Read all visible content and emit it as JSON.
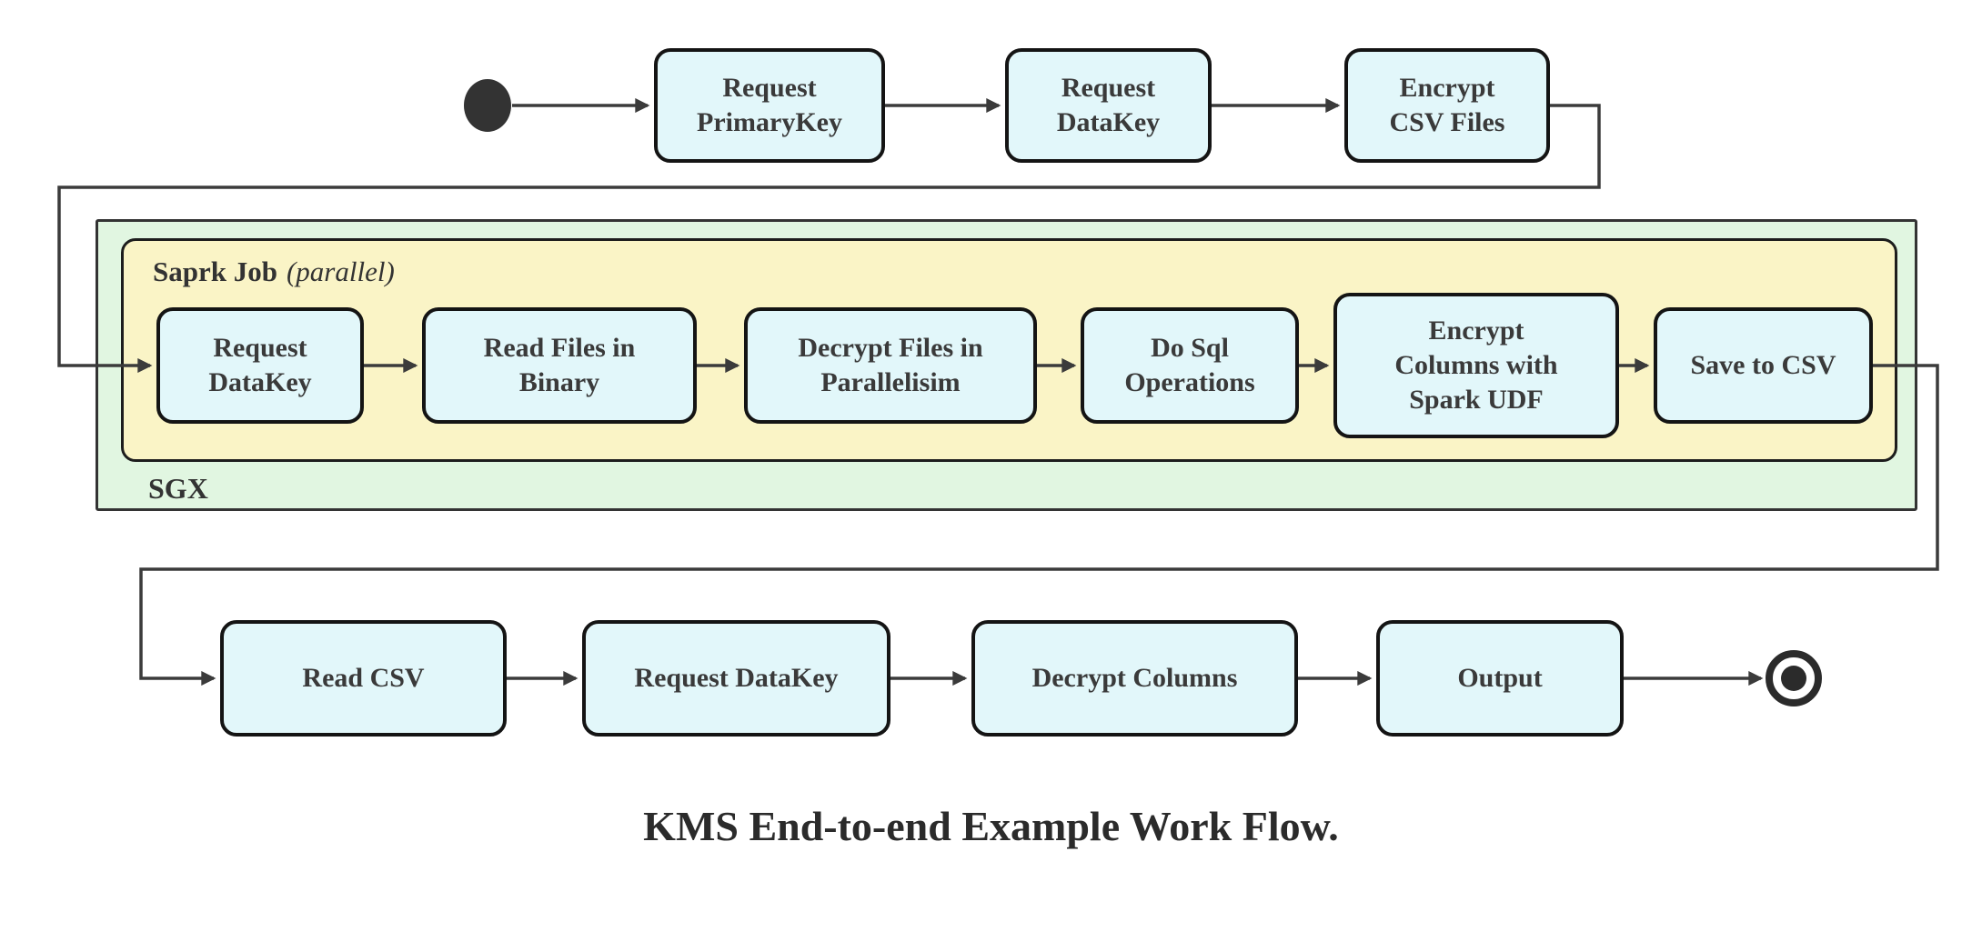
{
  "diagram": {
    "caption": "KMS End-to-end Example Work Flow.",
    "colors": {
      "node_fill": "#e2f7fa",
      "node_border": "#141414",
      "sgx_fill": "#e1f6e1",
      "spark_fill": "#faf4c6",
      "container_border": "#333333",
      "edge": "#3b3b3b",
      "text": "#3a3a3a"
    },
    "containers": {
      "spark_job": {
        "label_bold": "Saprk Job",
        "label_italic": "(parallel)"
      },
      "sgx": {
        "label": "SGX"
      }
    },
    "nodes": {
      "request_primarykey": "Request\nPrimaryKey",
      "request_datakey_top": "Request\nDataKey",
      "encrypt_csv_files": "Encrypt\nCSV Files",
      "request_datakey_spark": "Request\nDataKey",
      "read_files_in_binary": "Read Files in\nBinary",
      "decrypt_files_in_parallelisim": "Decrypt Files in\nParallelisim",
      "do_sql_operations": "Do Sql\nOperations",
      "encrypt_columns_with_spark_udf": "Encrypt\nColumns with\nSpark UDF",
      "save_to_csv": "Save to CSV",
      "read_csv": "Read CSV",
      "request_datakey_client": "Request DataKey",
      "decrypt_columns": "Decrypt Columns",
      "output": "Output"
    }
  }
}
